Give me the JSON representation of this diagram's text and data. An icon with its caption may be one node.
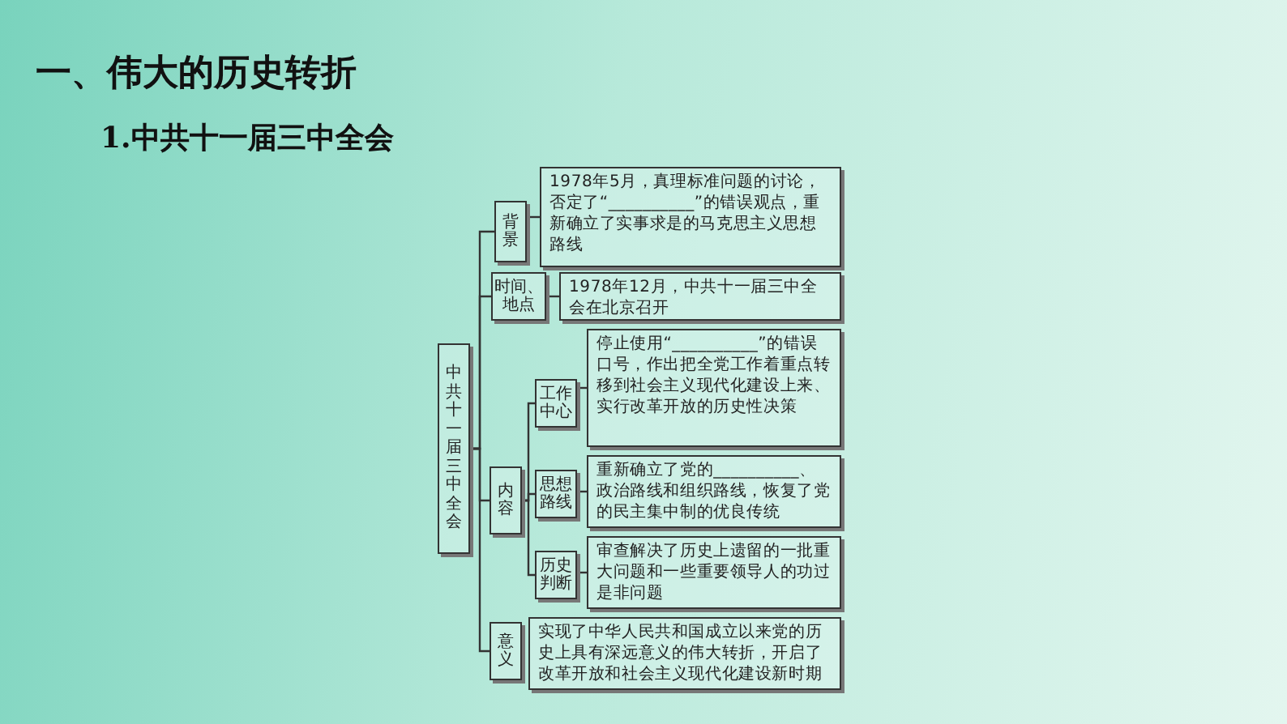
{
  "diagram": {
    "title": "一、伟大的历史转折",
    "nodes": [
      {
        "text": [
          "中共十一届三中全会"
        ]
      },
      {
        "text": [
          "背景"
        ]
      },
      {
        "text": [
          "1978年5月，真理标准问题的讨论，否定了“__________”的错误观点，重新确立了实事求是的马克思主义思想路线"
        ]
      },
      {
        "text": [
          "时间、地点"
        ]
      },
      {
        "text": [
          "1978年12月，中共十一届三中全会在北京召开"
        ]
      },
      {
        "text": [
          "内容"
        ]
      },
      {
        "text": [
          "工作中心"
        ]
      },
      {
        "text": [
          "停止使用“__________”的错误口号，作出把全党工作着重点转移到社会主义现代化建设上来、实行改革开放的历史性决策"
        ]
      },
      {
        "text": [
          "思想路线"
        ]
      },
      {
        "text": [
          "重新确立了党的__________、政治路线和组织路线，恢复了党的民主集中制的优良传统"
        ]
      },
      {
        "text": [
          "历史判断"
        ]
      },
      {
        "text": [
          "审查解决了历史上遗留的一批重大问题和一些重要领导人的功过是非问题"
        ]
      },
      {
        "text": [
          "意义"
        ]
      },
      {
        "text": [
          "实现了中华人民共和国成立以来党的历史上具有深远意义的伟大转折，开启了改革开放和社会主义现代化建设新时期"
        ]
      }
    ],
    "edges": [
      {
        "from": 0,
        "to": 1,
        "arrow": "none"
      },
      {
        "from": 0,
        "to": 3,
        "arrow": "none"
      },
      {
        "from": 0,
        "to": 5,
        "arrow": "none"
      },
      {
        "from": 0,
        "to": 12,
        "arrow": "none"
      },
      {
        "from": 1,
        "to": 2,
        "arrow": "none"
      },
      {
        "from": 3,
        "to": 4,
        "arrow": "none"
      },
      {
        "from": 5,
        "to": 6,
        "arrow": "none"
      },
      {
        "from": 5,
        "to": 8,
        "arrow": "none"
      },
      {
        "from": 5,
        "to": 10,
        "arrow": "none"
      },
      {
        "from": 6,
        "to": 7,
        "arrow": "none"
      },
      {
        "from": 8,
        "to": 9,
        "arrow": "none"
      },
      {
        "from": 10,
        "to": 11,
        "arrow": "none"
      }
    ],
    "labels": [
      "1.中共十一届三中全会"
    ]
  }
}
